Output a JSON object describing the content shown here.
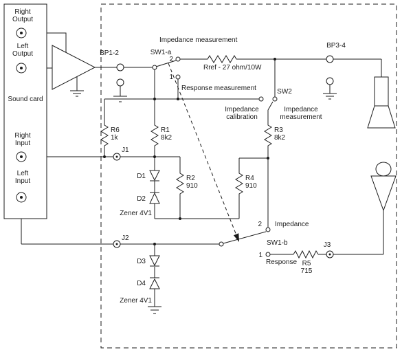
{
  "sound_card": {
    "title": "Sound card",
    "ports": [
      {
        "line1": "Right",
        "line2": "Output"
      },
      {
        "line1": "Left",
        "line2": "Output"
      },
      {
        "line1": "Right",
        "line2": "Input"
      },
      {
        "line1": "Left",
        "line2": "Input"
      }
    ]
  },
  "binding_posts": {
    "bp12": "BP1-2",
    "bp34": "BP3-4"
  },
  "jacks": {
    "j1": "J1",
    "j2": "J2",
    "j3": "J3"
  },
  "switches": {
    "sw1a": {
      "label": "SW1-a",
      "pos2": "2",
      "pos1": "1"
    },
    "sw2": {
      "label": "SW2",
      "left": [
        "Impedance",
        "calibration"
      ],
      "right": [
        "Impedance",
        "measurement"
      ]
    },
    "sw1b": {
      "label": "SW1-b",
      "pos2": "2",
      "pos2_name": "Impedance",
      "pos1": "1",
      "pos1_name": "Response"
    }
  },
  "annotations": {
    "impedance_measurement": "Impedance measurement",
    "response_measurement": "Response measurement"
  },
  "resistors": {
    "rref": "Rref - 27 ohm/10W",
    "r1": {
      "name": "R1",
      "value": "8k2"
    },
    "r2": {
      "name": "R2",
      "value": "910"
    },
    "r3": {
      "name": "R3",
      "value": "8k2"
    },
    "r4": {
      "name": "R4",
      "value": "910"
    },
    "r5": {
      "name": "R5",
      "value": "715"
    },
    "r6": {
      "name": "R6",
      "value": "1k"
    }
  },
  "diodes": {
    "d1": "D1",
    "d2": "D2",
    "d3": "D3",
    "d4": "D4",
    "zener_top": "Zener 4V1",
    "zener_bottom": "Zener 4V1"
  }
}
